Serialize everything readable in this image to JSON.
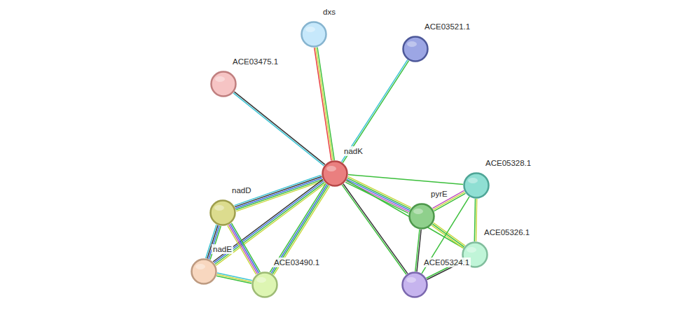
{
  "diagram": {
    "nodes": [
      {
        "text": [
          "dxs"
        ]
      },
      {
        "text": [
          "ACE03521.1"
        ]
      },
      {
        "text": [
          "ACE03475.1"
        ]
      },
      {
        "text": [
          "nadK"
        ]
      },
      {
        "text": [
          "ACE05328.1"
        ]
      },
      {
        "text": [
          "nadD"
        ]
      },
      {
        "text": [
          "pyrE"
        ]
      },
      {
        "text": [
          "nadE"
        ]
      },
      {
        "text": [
          "ACE05326.1"
        ]
      },
      {
        "text": [
          "ACE03490.1"
        ]
      },
      {
        "text": [
          "ACE05324.1"
        ]
      }
    ],
    "edges": [
      {
        "from": 3,
        "to": 0,
        "arrow": "none"
      },
      {
        "from": 3,
        "to": 1,
        "arrow": "none"
      },
      {
        "from": 3,
        "to": 2,
        "arrow": "none"
      },
      {
        "from": 3,
        "to": 5,
        "arrow": "none"
      },
      {
        "from": 3,
        "to": 7,
        "arrow": "none"
      },
      {
        "from": 3,
        "to": 9,
        "arrow": "none"
      },
      {
        "from": 3,
        "to": 6,
        "arrow": "none"
      },
      {
        "from": 3,
        "to": 4,
        "arrow": "none"
      },
      {
        "from": 3,
        "to": 10,
        "arrow": "none"
      },
      {
        "from": 3,
        "to": 8,
        "arrow": "none"
      },
      {
        "from": 5,
        "to": 7,
        "arrow": "none"
      },
      {
        "from": 5,
        "to": 9,
        "arrow": "none"
      },
      {
        "from": 7,
        "to": 9,
        "arrow": "none"
      },
      {
        "from": 6,
        "to": 4,
        "arrow": "none"
      },
      {
        "from": 6,
        "to": 8,
        "arrow": "none"
      },
      {
        "from": 6,
        "to": 10,
        "arrow": "none"
      },
      {
        "from": 4,
        "to": 8,
        "arrow": "none"
      },
      {
        "from": 4,
        "to": 10,
        "arrow": "none"
      },
      {
        "from": 8,
        "to": 10,
        "arrow": "none"
      }
    ]
  }
}
